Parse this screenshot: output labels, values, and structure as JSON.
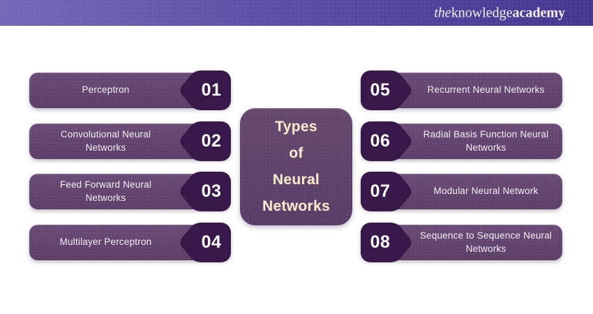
{
  "header": {
    "logo": {
      "the": "the",
      "knowledge": "knowledge",
      "academy": "academy"
    }
  },
  "center": {
    "lines": {
      "0": "Types",
      "1": "of",
      "2": "Neural",
      "3": "Networks"
    }
  },
  "items": {
    "left": [
      {
        "number": "01",
        "label": "Perceptron"
      },
      {
        "number": "02",
        "label": "Convolutional Neural Networks"
      },
      {
        "number": "03",
        "label": "Feed Forward Neural Networks"
      },
      {
        "number": "04",
        "label": "Multilayer Perceptron"
      }
    ],
    "right": [
      {
        "number": "05",
        "label": "Recurrent Neural Networks"
      },
      {
        "number": "06",
        "label": "Radial Basis Function Neural Networks"
      },
      {
        "number": "07",
        "label": "Modular Neural Network"
      },
      {
        "number": "08",
        "label": "Sequence to Sequence Neural Networks"
      }
    ]
  },
  "colors": {
    "header_gradient_start": "#7468bb",
    "header_gradient_end": "#45378f",
    "bar_purple": "#5e4169",
    "tag_dark_purple": "#38194a",
    "center_box_purple": "#5f4270",
    "label_text": "#f4eef6",
    "center_text": "#f7ecd2",
    "background": "#ffffff"
  }
}
